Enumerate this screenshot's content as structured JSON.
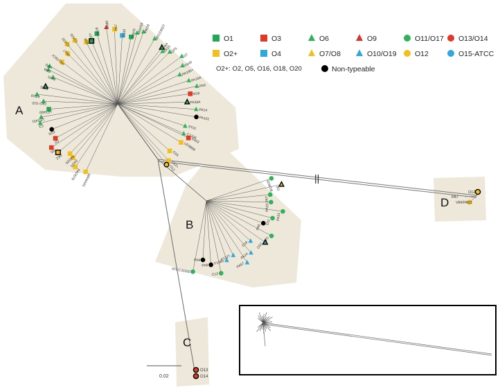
{
  "colors": {
    "cluster_fill": "#ede8d9",
    "branch": "#555555",
    "O1": "#1fa855",
    "O2plus": "#f2c01c",
    "O3": "#e03a26",
    "O4": "#2ea8df",
    "O6": "#2eb35a",
    "O7_O8": "#f2c01c",
    "O9": "#d9342b",
    "O10_O19": "#2ea8df",
    "O11_O17": "#2eb35a",
    "O12": "#f2c01c",
    "O13_O14": "#e03a26",
    "O15_ATCC": "#2ea8df",
    "nontypeable": "#000000"
  },
  "legend": {
    "items": [
      {
        "label": "O1",
        "shape": "square",
        "color": "#1fa855"
      },
      {
        "label": "O3",
        "shape": "square",
        "color": "#e03a26"
      },
      {
        "label": "O6",
        "shape": "triangle",
        "color": "#2eb35a"
      },
      {
        "label": "O9",
        "shape": "triangle",
        "color": "#d9342b"
      },
      {
        "label": "O11/O17",
        "shape": "circle",
        "color": "#2eb35a"
      },
      {
        "label": "O13/O14",
        "shape": "circle",
        "color": "#e03a26"
      },
      {
        "label": "O2+",
        "shape": "square",
        "color": "#f2c01c"
      },
      {
        "label": "O4",
        "shape": "square",
        "color": "#2ea8df"
      },
      {
        "label": "O7/O8",
        "shape": "triangle",
        "color": "#f2c01c"
      },
      {
        "label": "O10/O19",
        "shape": "triangle",
        "color": "#2ea8df"
      },
      {
        "label": "O12",
        "shape": "circle",
        "color": "#f2c01c"
      },
      {
        "label": "O15-ATCC",
        "shape": "circle",
        "color": "#2ea8df"
      }
    ],
    "note": "O2+: O2, O5, O16, O18, O20",
    "nontypeable_label": "Non-typeable"
  },
  "clusters": {
    "A": "A",
    "B": "B",
    "C": "C",
    "D": "D"
  },
  "scale_bar": "0.02",
  "branch_break": "||",
  "tips_A": [
    "MRW441",
    "PAO579",
    "PAO1",
    "PAO25",
    "DK2",
    "O5",
    "O2",
    "O20",
    "C3",
    "LES431",
    "LES400",
    "DK2-S10",
    "KR18",
    "PA31",
    "PA01",
    "CHA",
    "LMG",
    "PA175CV",
    "PA17",
    "C1433",
    "C1426",
    "PAK",
    "LO10+",
    "PA18",
    "PA89",
    "PA7",
    "Z192",
    "MSH3",
    "MSH10",
    "PAO9",
    "ATCC9027",
    "PA4",
    "PA15",
    "CF5",
    "O7",
    "PA45",
    "PR195+",
    "PA18A",
    "PA9",
    "M18",
    "PA38A",
    "PA14",
    "PA101",
    "ST01",
    "C1334",
    "N002",
    "LESB58",
    "O16",
    "O12+",
    "O12"
  ],
  "tips_B": [
    "B13633",
    "O8",
    "PA7",
    "PA23",
    "PA31",
    "O11",
    "PA5",
    "PA01",
    "O10",
    "O19",
    "PA14",
    "PA57",
    "F1327",
    "F1385",
    "C12",
    "PA8",
    "PA9",
    "ATCC33355"
  ],
  "tips_C": [
    "O13",
    "O14"
  ],
  "tips_D": [
    "O12",
    "PA7",
    "VRFPA01"
  ]
}
